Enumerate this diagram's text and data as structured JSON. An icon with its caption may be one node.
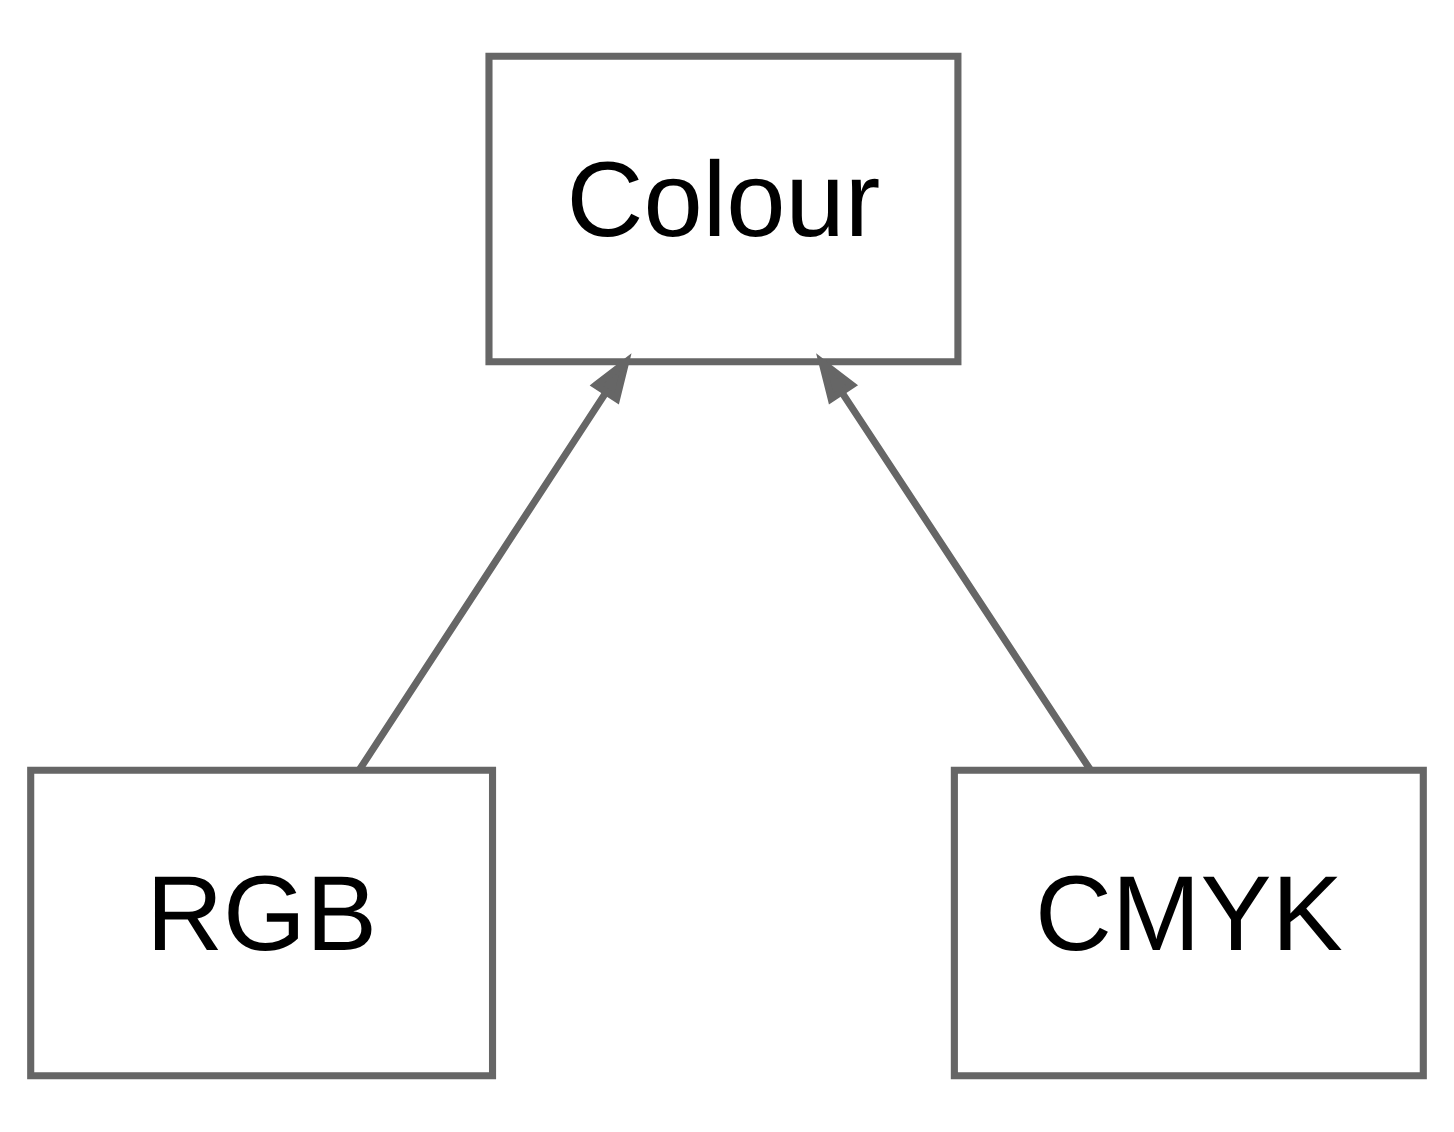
{
  "diagram": {
    "nodes": [
      {
        "text": [
          "Colour"
        ]
      },
      {
        "text": [
          "RGB"
        ]
      },
      {
        "text": [
          "CMYK"
        ]
      }
    ],
    "edges": [
      {
        "from": 1,
        "to": 0,
        "arrow": "to"
      },
      {
        "from": 2,
        "to": 0,
        "arrow": "to"
      }
    ]
  }
}
